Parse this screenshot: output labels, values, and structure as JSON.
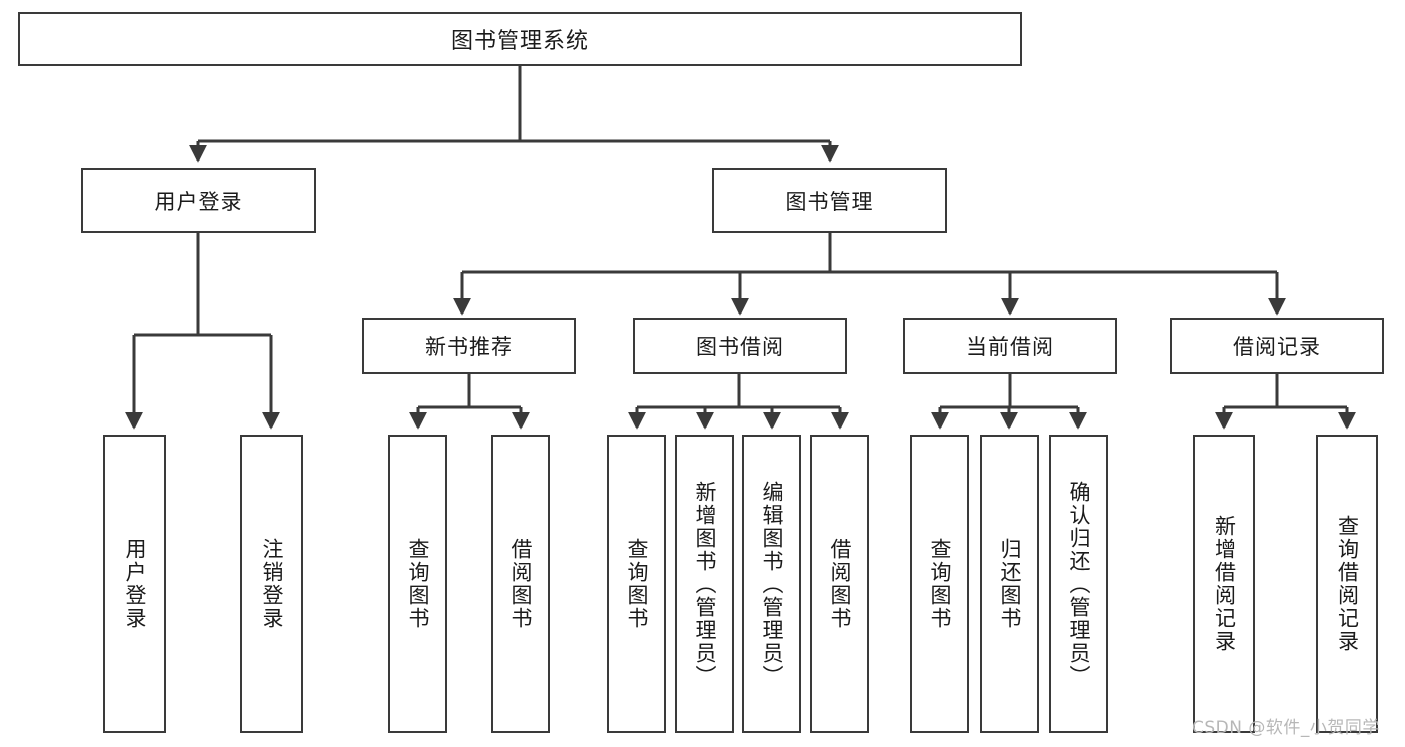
{
  "diagram": {
    "title": "图书管理系统",
    "type": "hierarchy-tree",
    "root": {
      "id": "root",
      "label": "图书管理系统",
      "orientation": "horizontal"
    },
    "level2": [
      {
        "id": "user-login",
        "label": "用户登录",
        "orientation": "horizontal"
      },
      {
        "id": "book-management",
        "label": "图书管理",
        "orientation": "horizontal"
      }
    ],
    "level3": [
      {
        "id": "new-book-recommend",
        "label": "新书推荐",
        "orientation": "horizontal",
        "parent": "book-management"
      },
      {
        "id": "book-borrow",
        "label": "图书借阅",
        "orientation": "horizontal",
        "parent": "book-management"
      },
      {
        "id": "current-borrow",
        "label": "当前借阅",
        "orientation": "horizontal",
        "parent": "book-management"
      },
      {
        "id": "borrow-record",
        "label": "借阅记录",
        "orientation": "horizontal",
        "parent": "book-management"
      }
    ],
    "leaves": [
      {
        "id": "leaf-user-login",
        "label": "用户登录",
        "parent": "user-login"
      },
      {
        "id": "leaf-user-logout",
        "label": "注销登录",
        "parent": "user-login"
      },
      {
        "id": "leaf-query-book-1",
        "label": "查询图书",
        "parent": "new-book-recommend"
      },
      {
        "id": "leaf-borrow-book-1",
        "label": "借阅图书",
        "parent": "new-book-recommend"
      },
      {
        "id": "leaf-query-book-2",
        "label": "查询图书",
        "parent": "book-borrow"
      },
      {
        "id": "leaf-add-book",
        "label": "新增图书（管理员）",
        "parent": "book-borrow"
      },
      {
        "id": "leaf-edit-book",
        "label": "编辑图书（管理员）",
        "parent": "book-borrow"
      },
      {
        "id": "leaf-borrow-book-2",
        "label": "借阅图书",
        "parent": "book-borrow"
      },
      {
        "id": "leaf-query-book-3",
        "label": "查询图书",
        "parent": "current-borrow"
      },
      {
        "id": "leaf-return-book",
        "label": "归还图书",
        "parent": "current-borrow"
      },
      {
        "id": "leaf-confirm-return",
        "label": "确认归还（管理员）",
        "parent": "current-borrow"
      },
      {
        "id": "leaf-add-record",
        "label": "新增借阅记录",
        "parent": "borrow-record"
      },
      {
        "id": "leaf-query-record",
        "label": "查询借阅记录",
        "parent": "borrow-record"
      }
    ],
    "colors": {
      "border": "#3a3a3a",
      "background": "#ffffff",
      "text": "#1b1b1b",
      "edge": "#3a3a3a",
      "watermark": "#b7b7b7"
    }
  },
  "watermark": {
    "text": "CSDN @软件_小贺同学"
  }
}
